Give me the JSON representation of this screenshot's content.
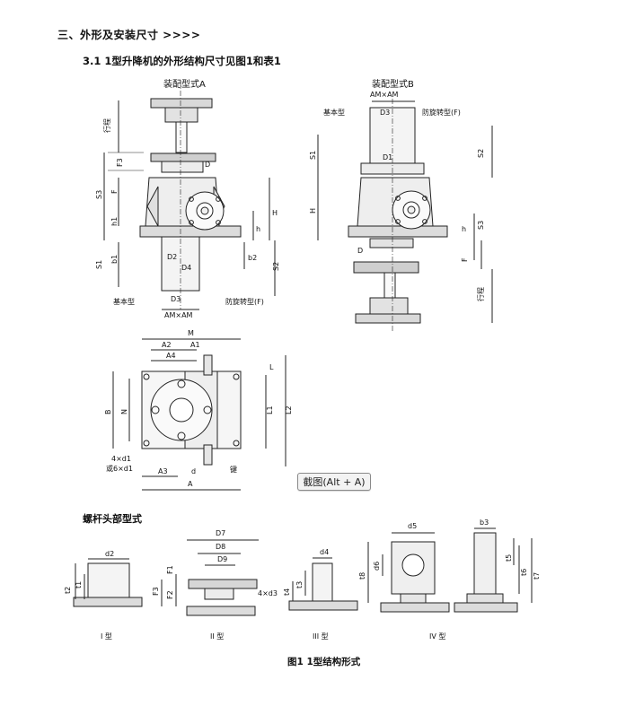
{
  "section_title": "三、外形及安装尺寸 >>>>",
  "subsection_title": "3.1  1型升降机的外形结构尺寸见图1和表1",
  "diagram_a": {
    "title": "装配型式A",
    "labels": {
      "stroke": "行程",
      "f3": "F3",
      "d": "D",
      "s3": "S3",
      "f": "F",
      "h1": "h1",
      "h_cap": "H",
      "h": "h",
      "b1": "b1",
      "s1": "S1",
      "d2": "D2",
      "d4": "D4",
      "b2": "b2",
      "s2": "S2",
      "d3": "D3",
      "basic": "基本型",
      "anti_rotation": "防旋转型(F)",
      "am": "AM×AM"
    }
  },
  "diagram_b": {
    "title": "装配型式B",
    "labels": {
      "am": "AM×AM",
      "basic": "基本型",
      "d3": "D3",
      "anti_rotation": "防旋转型(F)",
      "s1": "S1",
      "d1": "D1",
      "s2": "S2",
      "h_cap": "H",
      "h": "h",
      "s3": "S3",
      "d": "D",
      "f": "F",
      "stroke": "行程"
    }
  },
  "diagram_plan": {
    "labels": {
      "m": "M",
      "a2": "A2",
      "a1": "A1",
      "a4": "A4",
      "l": "L",
      "b": "B",
      "n": "N",
      "l1": "L1",
      "l2": "L2",
      "holes4": "4×d1",
      "holes6": "或6×d1",
      "a3": "A3",
      "d": "d",
      "a": "A",
      "key": "键"
    }
  },
  "tooltip": "截图(Alt + A)",
  "lead_heading": "螺杆头部型式",
  "lead_types": {
    "type1": {
      "label": "I 型",
      "d2": "d2",
      "t2": "t2",
      "t1": "t1"
    },
    "type2": {
      "label": "II 型",
      "d7": "D7",
      "d8": "D8",
      "d9": "D9",
      "f1": "F1",
      "f3": "F3",
      "f2": "F2",
      "holes": "4×d3"
    },
    "type3": {
      "label": "III 型",
      "d4": "d4",
      "t3": "t3",
      "t4": "t4"
    },
    "type4": {
      "label": "IV 型",
      "d5": "d5",
      "d6": "d6",
      "t8": "t8",
      "b3": "b3",
      "t5": "t5",
      "t6": "t6",
      "t7": "t7"
    }
  },
  "caption": "图1   1型结构形式"
}
